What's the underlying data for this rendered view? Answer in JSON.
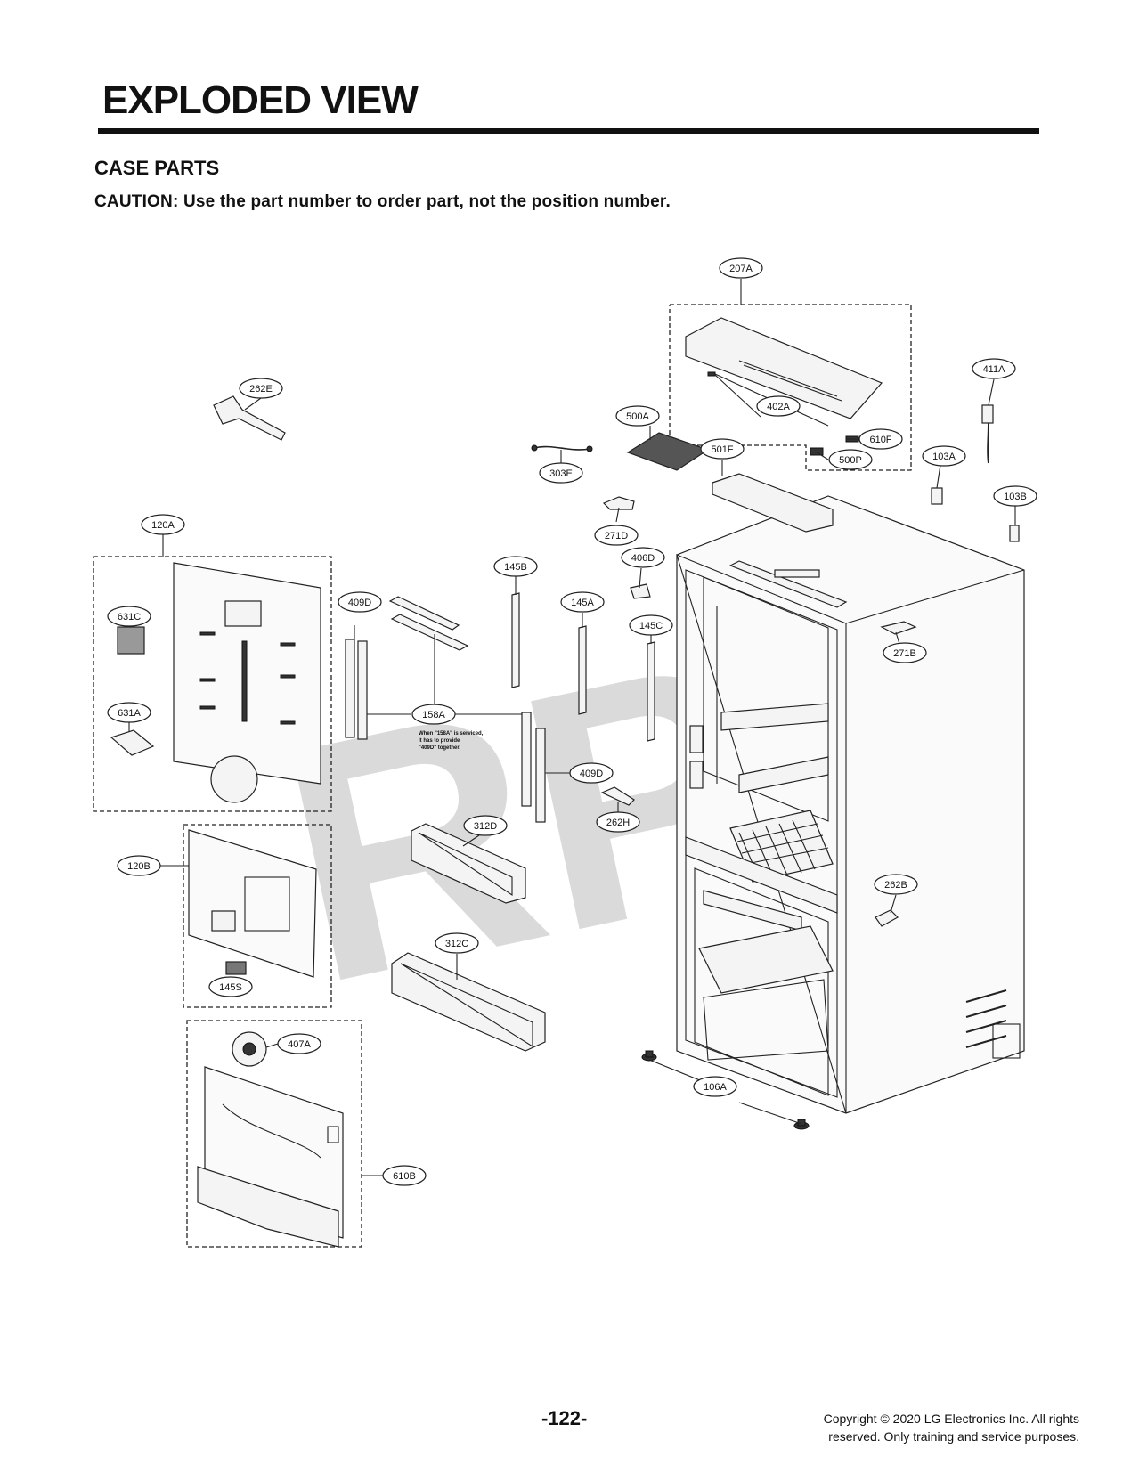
{
  "header": {
    "title": "EXPLODED VIEW",
    "section": "CASE PARTS",
    "caution": "CAUTION: Use the part number to order part, not the position number."
  },
  "watermark": "RPI",
  "callouts": {
    "c207A": "207A",
    "c411A": "411A",
    "c262E": "262E",
    "c500A": "500A",
    "c402A": "402A",
    "c610F": "610F",
    "c500P": "500P",
    "c501F": "501F",
    "c303E": "303E",
    "c103A": "103A",
    "c103B": "103B",
    "c271D": "271D",
    "c120A": "120A",
    "c145B": "145B",
    "c406D": "406D",
    "c409D_top": "409D",
    "c145A": "145A",
    "c145C": "145C",
    "c631C": "631C",
    "c271B": "271B",
    "c158A": "158A",
    "c631A": "631A",
    "c409D_bot": "409D",
    "c262H": "262H",
    "c312D": "312D",
    "c120B": "120B",
    "c262B": "262B",
    "c312C": "312C",
    "c145S": "145S",
    "c407A": "407A",
    "c106A": "106A",
    "c610B": "610B"
  },
  "note_158A": [
    "When \"158A\" is serviced,",
    "it has to provide",
    "\"409D\" together."
  ],
  "footer": {
    "page_number": "-122-",
    "copyright_line1": "Copyright © 2020 LG Electronics Inc. All rights",
    "copyright_line2": "reserved. Only training and service purposes."
  }
}
